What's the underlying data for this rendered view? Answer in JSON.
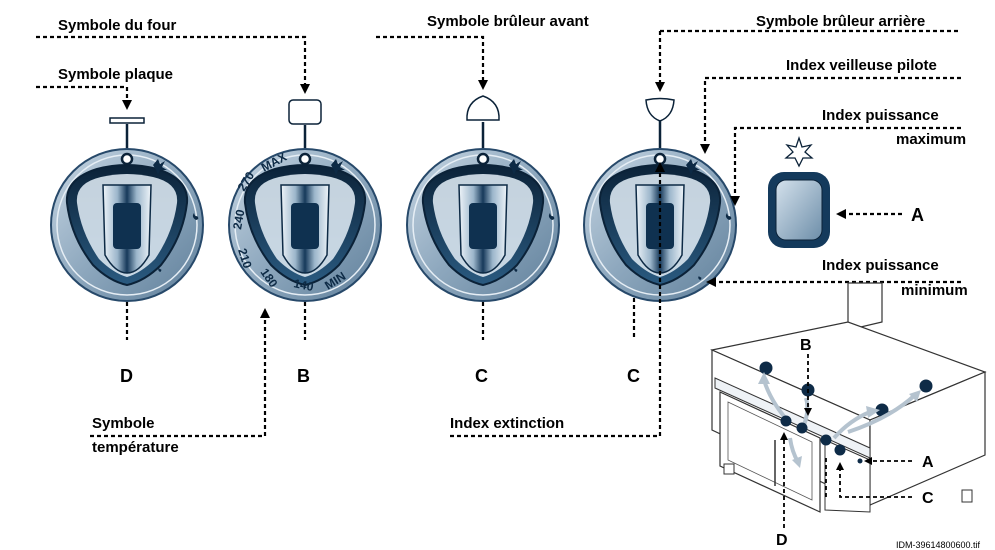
{
  "labels": {
    "oven_symbol": "Symbole du four",
    "plate_symbol": "Symbole plaque",
    "front_burner_symbol": "Symbole brûleur avant",
    "rear_burner_symbol": "Symbole brûleur arrière",
    "pilot_index": "Index veilleuse pilote",
    "max_power_line1": "Index puissance",
    "max_power_line2": "maximum",
    "min_power_line1": "Index puissance",
    "min_power_line2": "minimum",
    "temperature_symbol_line1": "Symbole",
    "temperature_symbol_line2": "température",
    "off_index": "Index extinction"
  },
  "letters": {
    "knob1": "D",
    "knob2": "B",
    "knob3": "C",
    "knob4": "C",
    "button": "A",
    "range_b": "B",
    "range_a": "A",
    "range_c": "C",
    "range_d": "D"
  },
  "temperature_scale": [
    "MAX",
    "270",
    "240",
    "210",
    "180",
    "140",
    "MIN"
  ],
  "reference_code": "IDM-39614800600.tif",
  "colors": {
    "knob_ring": "#8fa9bf",
    "knob_dark": "#10304e",
    "button_fill": "#7f9fb9"
  }
}
